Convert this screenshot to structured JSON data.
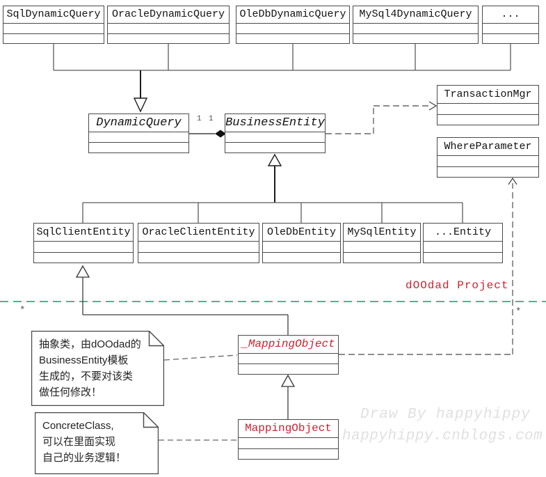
{
  "colors": {
    "accent_red": "#cc2130",
    "divider_green": "#3bbd8c",
    "line_gray": "#4a4a4a",
    "watermark_gray": "#e0e0e0"
  },
  "classes": {
    "sql_dynamic_query": {
      "name": "SqlDynamicQuery"
    },
    "oracle_dynamic_query": {
      "name": "OracleDynamicQuery"
    },
    "oledb_dynamic_query": {
      "name": "OleDbDynamicQuery"
    },
    "mysql4_dynamic_query": {
      "name": "MySql4DynamicQuery"
    },
    "more_dynamic_query": {
      "name": "..."
    },
    "dynamic_query": {
      "name": "DynamicQuery"
    },
    "business_entity": {
      "name": "BusinessEntity"
    },
    "transaction_mgr": {
      "name": "TransactionMgr"
    },
    "where_parameter": {
      "name": "WhereParameter"
    },
    "sql_client_entity": {
      "name": "SqlClientEntity"
    },
    "oracle_client_entity": {
      "name": "OracleClientEntity"
    },
    "oledb_entity": {
      "name": "OleDbEntity"
    },
    "mysql_entity": {
      "name": "MySqlEntity"
    },
    "more_entity": {
      "name": "...Entity"
    },
    "mapping_object_abstract": {
      "name": "_MappingObject"
    },
    "mapping_object": {
      "name": "MappingObject"
    }
  },
  "labels": {
    "project": "dOOdad Project",
    "multiplicity_left": "1",
    "multiplicity_right": "1",
    "star_left": "*",
    "star_right": "*"
  },
  "notes": {
    "abstract_note": {
      "lines": [
        "抽象类，由dOOdad的",
        "BusinessEntity模板",
        "生成的，不要对该类",
        "做任何修改！"
      ]
    },
    "concrete_note": {
      "lines": [
        "ConcreteClass,",
        "可以在里面实现",
        "自己的业务逻辑！"
      ]
    }
  },
  "watermark": {
    "line1": "Draw By happyhippy",
    "line2": "happyhippy.cnblogs.com"
  }
}
